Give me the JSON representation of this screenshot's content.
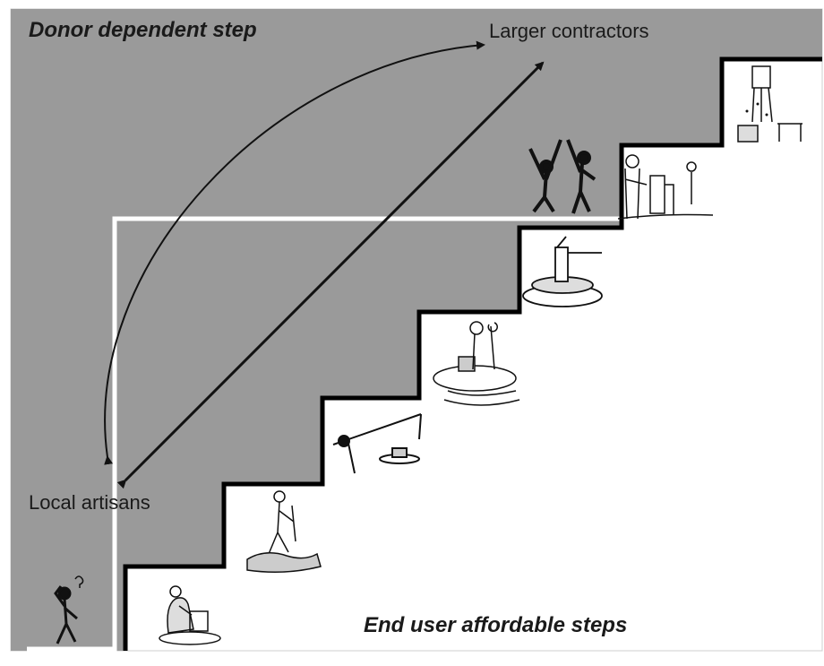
{
  "labels": {
    "donor_step": "Donor dependent step",
    "larger_contractors": "Larger contractors",
    "local_artisans": "Local artisans",
    "end_user_steps": "End user affordable steps"
  },
  "colors": {
    "donor_area": "#9a9a9a",
    "staircase_line": "#000000",
    "boundary_line": "#ffffff",
    "arrow": "#111111"
  },
  "illustrations": [
    "confused-person-icon",
    "woman-at-well-icon",
    "person-digging-icon",
    "shadoof-icon",
    "people-at-well-icon",
    "handpump-platform-icon",
    "communal-tap-icon",
    "celebrating-people-icon",
    "water-tower-icon"
  ]
}
